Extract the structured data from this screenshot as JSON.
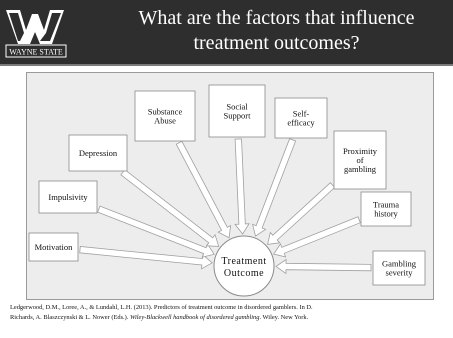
{
  "slide": {
    "title_line1": "What are the factors that influence",
    "title_line2": "treatment outcomes?",
    "logo_text": "WAYNE STATE"
  },
  "diagram": {
    "center": {
      "line1": "Treatment",
      "line2": "Outcome"
    },
    "factors": [
      {
        "id": "motivation",
        "lines": [
          "Motivation"
        ]
      },
      {
        "id": "impulsivity",
        "lines": [
          "Impulsivity"
        ]
      },
      {
        "id": "depression",
        "lines": [
          "Depression"
        ]
      },
      {
        "id": "substance-abuse",
        "lines": [
          "Substance",
          "Abuse"
        ]
      },
      {
        "id": "social-support",
        "lines": [
          "Social",
          "Support"
        ]
      },
      {
        "id": "self-efficacy",
        "lines": [
          "Self-",
          "efficacy"
        ]
      },
      {
        "id": "proximity-of-gambling",
        "lines": [
          "Proximity",
          "of",
          "gambling"
        ]
      },
      {
        "id": "trauma-history",
        "lines": [
          "Trauma",
          "history"
        ]
      },
      {
        "id": "gambling-severity",
        "lines": [
          "Gambling",
          "severity"
        ]
      }
    ]
  },
  "citation": {
    "line1_text": "Ledgerwood, D.M., Loree, A., & Lundahl, L.H. (2013). Predictors of treatment outcome in disordered gamblers. In D.",
    "line2_pre": "Richards, A. Blaszczynski & L. Nower (Eds.). ",
    "line2_italic": "Wiley-Blackwell handbook of disordered gambling",
    "line2_post": ". Wiley. New York."
  },
  "colors": {
    "header_bg": "#2e2e2e",
    "title_text": "#ffffff",
    "diagram_bg": "#ededed",
    "box_fill": "#ffffff",
    "arrow_fill": "#ffffff",
    "arrow_stroke": "#a0a0a0"
  }
}
